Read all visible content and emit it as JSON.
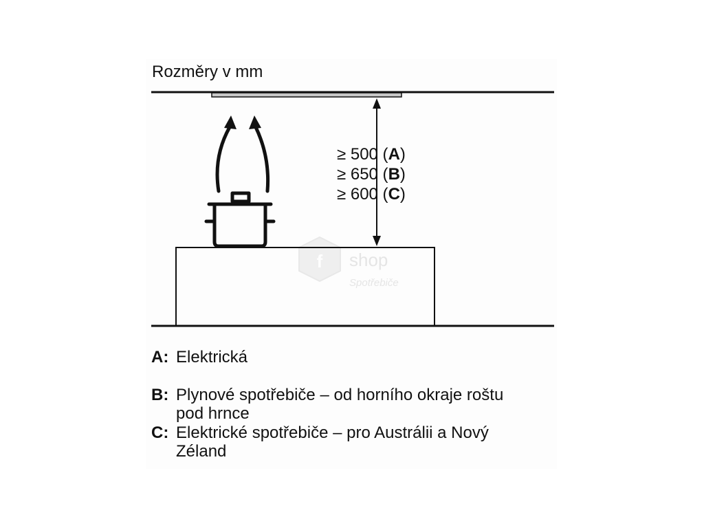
{
  "title": "Rozměry v mm",
  "dimensions": [
    {
      "symbol": "≥",
      "value": "500",
      "key": "A"
    },
    {
      "symbol": "≥",
      "value": "650",
      "key": "B"
    },
    {
      "symbol": "≥",
      "value": "600",
      "key": "C"
    }
  ],
  "legend": [
    {
      "key": "A:",
      "text": "Elektrická"
    },
    {
      "key": "B:",
      "text": "Plynové spotřebiče – od horního okraje roštu pod hrnce"
    },
    {
      "key": "C:",
      "text": "Elektrické spotřebiče – pro Austrálii a Nový Zéland"
    }
  ],
  "watermark": {
    "brand": "shop",
    "subtitle": "Spotřebiče"
  },
  "colors": {
    "line": "#111111",
    "hood": "#c8c8c8",
    "watermark": "#e6e6e6"
  }
}
